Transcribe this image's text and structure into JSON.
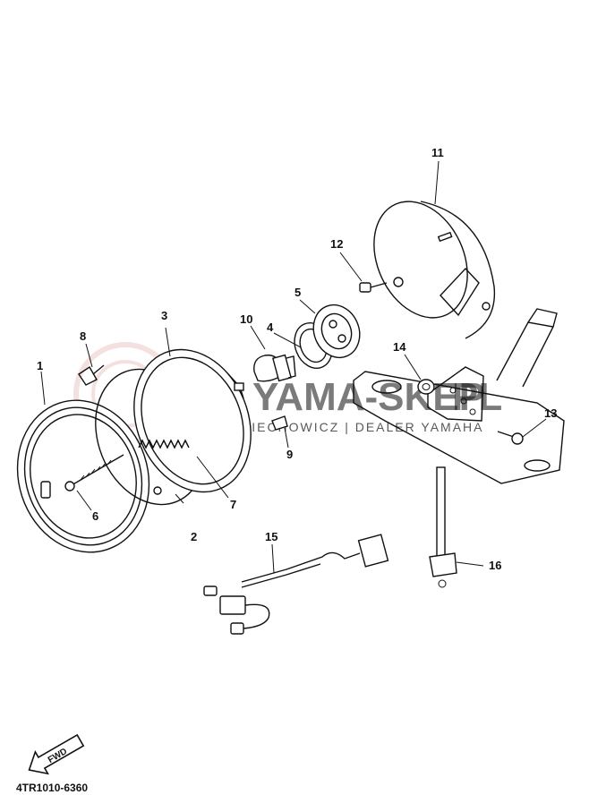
{
  "diagram": {
    "callouts": [
      "1",
      "2",
      "3",
      "4",
      "5",
      "6",
      "7",
      "8",
      "9",
      "10",
      "11",
      "12",
      "13",
      "14",
      "15",
      "16"
    ],
    "watermark": {
      "brand": "YAMA-SKEP",
      "brand_suffix": "PL",
      "dealer_line": "WOJCIECHOWICZ | DEALER YAMAHA"
    },
    "fwd_label": "FWD",
    "figure_code": "4TR1010-6360"
  }
}
